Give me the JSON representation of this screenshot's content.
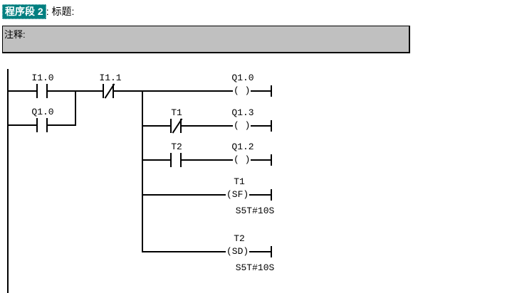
{
  "network": {
    "badge_label": "程序段 2",
    "title_suffix": ": 标题:"
  },
  "comment": {
    "label": "注释:"
  },
  "ladder": {
    "contacts": {
      "i1_0": "I1.0",
      "i1_1": "I1.1",
      "q1_0": "Q1.0",
      "t1": "T1",
      "t2": "T2"
    },
    "coils": {
      "q1_0": "Q1.0",
      "q1_3": "Q1.3",
      "q1_2": "Q1.2"
    },
    "coil_symbol": "( )",
    "timers": {
      "sf": {
        "name": "T1",
        "symbol": "(SF)",
        "preset": "S5T#10S"
      },
      "sd": {
        "name": "T2",
        "symbol": "(SD)",
        "preset": "S5T#10S"
      }
    }
  },
  "colors": {
    "selection_highlight": "#007F80",
    "comment_background": "#C0C0C0",
    "wire": "#000000",
    "background": "#FFFFFF"
  }
}
